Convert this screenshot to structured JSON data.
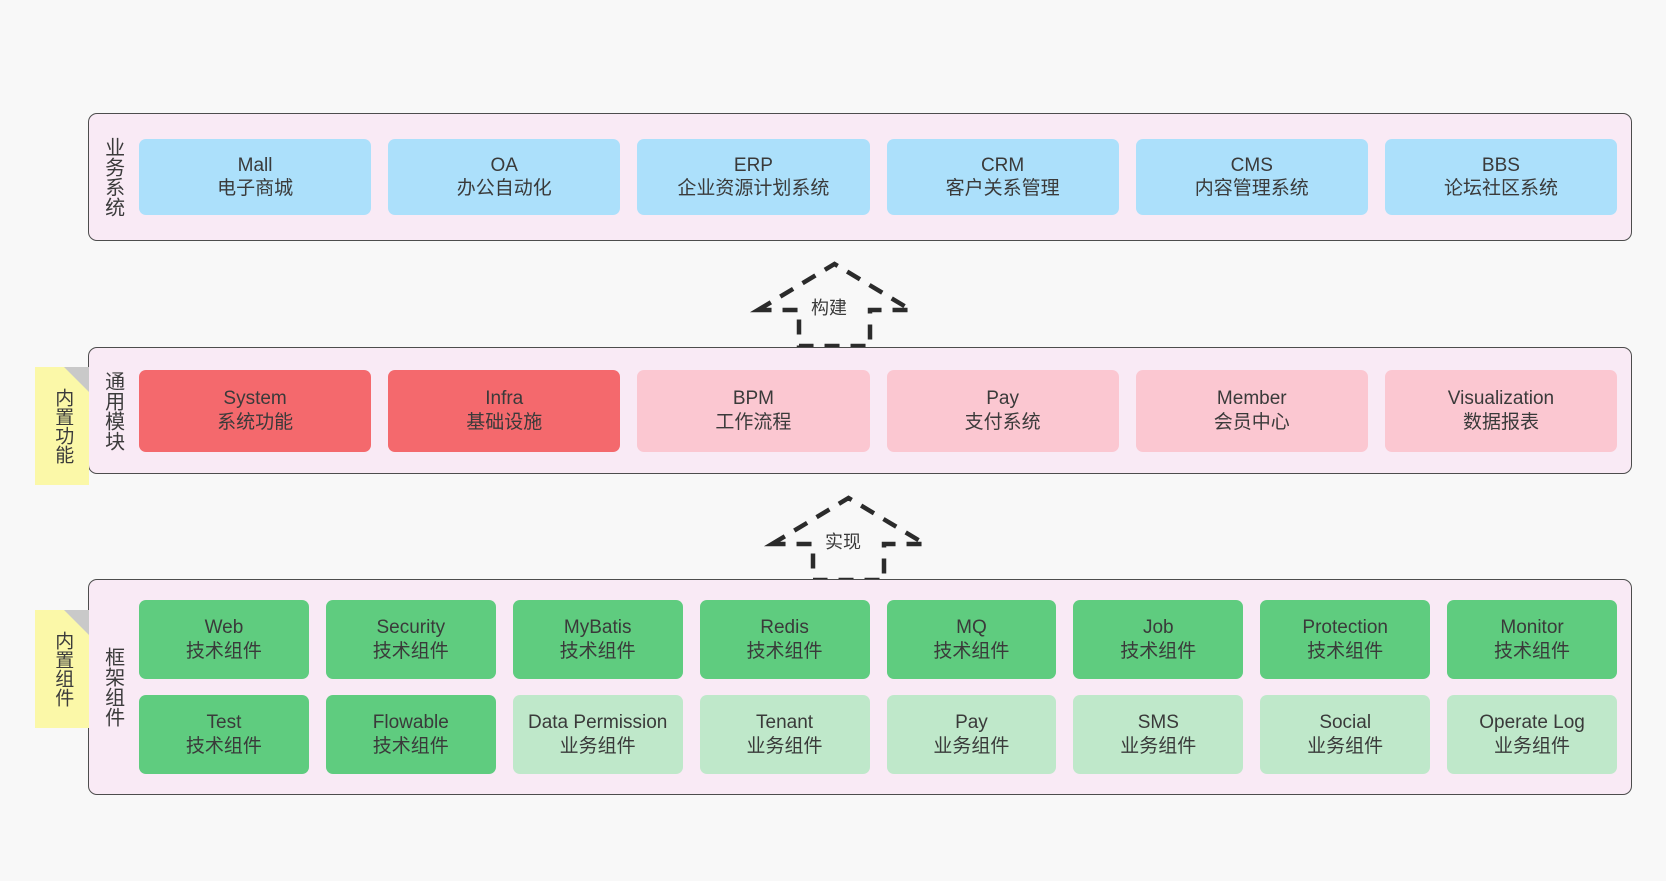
{
  "colors": {
    "background": "#f8f8f8",
    "layer_fill": "#f9eaf5",
    "layer_border": "#4d4d4d",
    "business_card": "#ace0fb",
    "module_core": "#f4696d",
    "module_optional": "#fbc7d1",
    "framework_tech": "#5fcc7f",
    "framework_business": "#bfe8ca",
    "note_fill": "#fbf8a8",
    "note_fold": "#c9c9c9"
  },
  "layers": [
    {
      "id": "business",
      "label": "业务系统",
      "rows": [
        {
          "cards": [
            {
              "t1": "Mall",
              "t2": "电子商城",
              "style": "c-blue"
            },
            {
              "t1": "OA",
              "t2": "办公自动化",
              "style": "c-blue"
            },
            {
              "t1": "ERP",
              "t2": "企业资源计划系统",
              "style": "c-blue"
            },
            {
              "t1": "CRM",
              "t2": "客户关系管理",
              "style": "c-blue"
            },
            {
              "t1": "CMS",
              "t2": "内容管理系统",
              "style": "c-blue"
            },
            {
              "t1": "BBS",
              "t2": "论坛社区系统",
              "style": "c-blue"
            }
          ]
        }
      ]
    },
    {
      "id": "modules",
      "label": "通用模块",
      "rows": [
        {
          "cards": [
            {
              "t1": "System",
              "t2": "系统功能",
              "style": "c-red"
            },
            {
              "t1": "Infra",
              "t2": "基础设施",
              "style": "c-red"
            },
            {
              "t1": "BPM",
              "t2": "工作流程",
              "style": "c-pink"
            },
            {
              "t1": "Pay",
              "t2": "支付系统",
              "style": "c-pink"
            },
            {
              "t1": "Member",
              "t2": "会员中心",
              "style": "c-pink"
            },
            {
              "t1": "Visualization",
              "t2": "数据报表",
              "style": "c-pink"
            }
          ]
        }
      ]
    },
    {
      "id": "framework",
      "label": "框架组件",
      "rows": [
        {
          "cards": [
            {
              "t1": "Web",
              "t2": "技术组件",
              "style": "c-green"
            },
            {
              "t1": "Security",
              "t2": "技术组件",
              "style": "c-green"
            },
            {
              "t1": "MyBatis",
              "t2": "技术组件",
              "style": "c-green"
            },
            {
              "t1": "Redis",
              "t2": "技术组件",
              "style": "c-green"
            },
            {
              "t1": "MQ",
              "t2": "技术组件",
              "style": "c-green"
            },
            {
              "t1": "Job",
              "t2": "技术组件",
              "style": "c-green"
            },
            {
              "t1": "Protection",
              "t2": "技术组件",
              "style": "c-green"
            },
            {
              "t1": "Monitor",
              "t2": "技术组件",
              "style": "c-green"
            }
          ]
        },
        {
          "cards": [
            {
              "t1": "Test",
              "t2": "技术组件",
              "style": "c-green"
            },
            {
              "t1": "Flowable",
              "t2": "技术组件",
              "style": "c-green"
            },
            {
              "t1": "Data Permission",
              "t2": "业务组件",
              "style": "c-greenlight"
            },
            {
              "t1": "Tenant",
              "t2": "业务组件",
              "style": "c-greenlight"
            },
            {
              "t1": "Pay",
              "t2": "业务组件",
              "style": "c-greenlight"
            },
            {
              "t1": "SMS",
              "t2": "业务组件",
              "style": "c-greenlight"
            },
            {
              "t1": "Social",
              "t2": "业务组件",
              "style": "c-greenlight"
            },
            {
              "t1": "Operate Log",
              "t2": "业务组件",
              "style": "c-greenlight"
            }
          ]
        }
      ]
    }
  ],
  "arrows": [
    {
      "id": "build",
      "label": "构建"
    },
    {
      "id": "impl",
      "label": "实现"
    }
  ],
  "notes": [
    {
      "id": "builtin-function",
      "label": "内置功能"
    },
    {
      "id": "builtin-component",
      "label": "内置组件"
    }
  ]
}
